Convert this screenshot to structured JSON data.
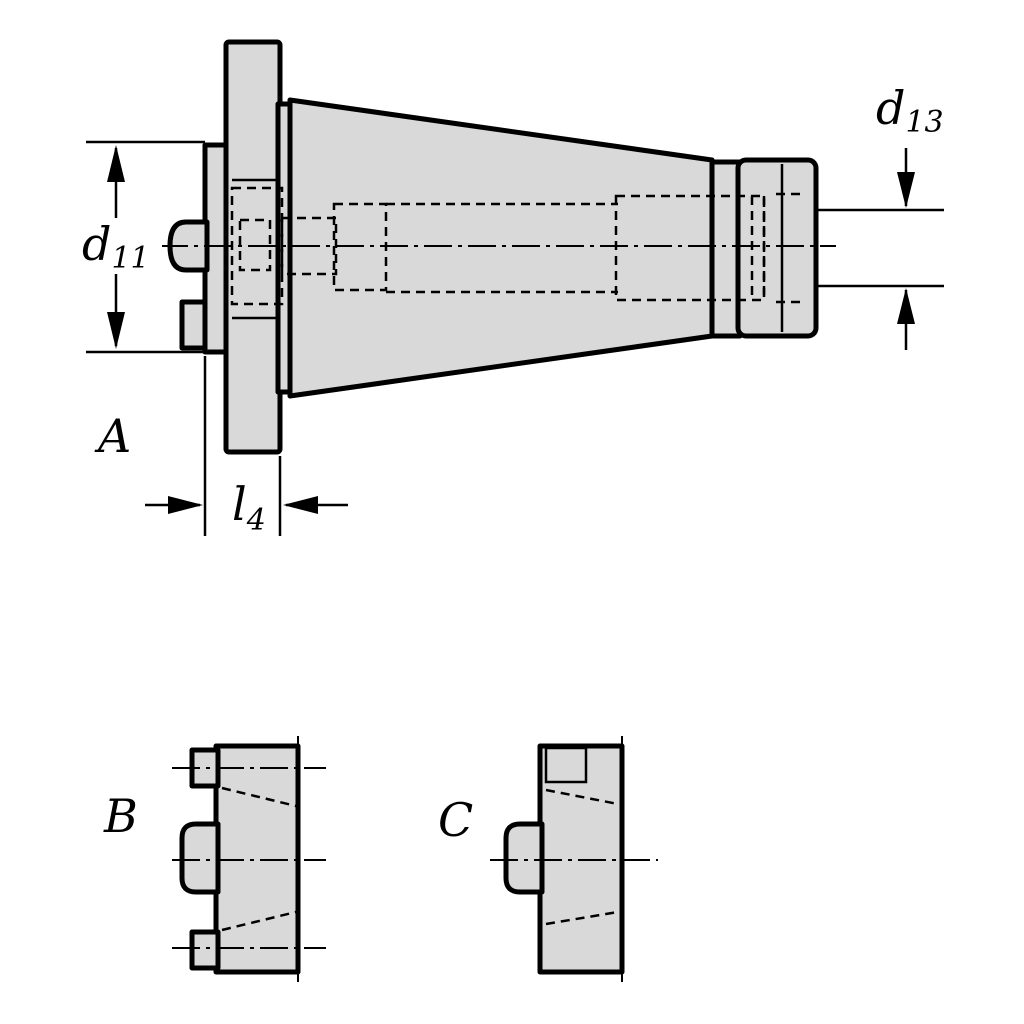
{
  "labels": {
    "view_a": "A",
    "view_b": "B",
    "view_c": "C",
    "d11_main": "d",
    "d11_sub": "11",
    "d13_main": "d",
    "d13_sub": "13",
    "l4_main": "l",
    "l4_sub": "4"
  },
  "colors": {
    "part_fill": "#d9d9d9",
    "line": "#000000",
    "background": "#ffffff"
  }
}
